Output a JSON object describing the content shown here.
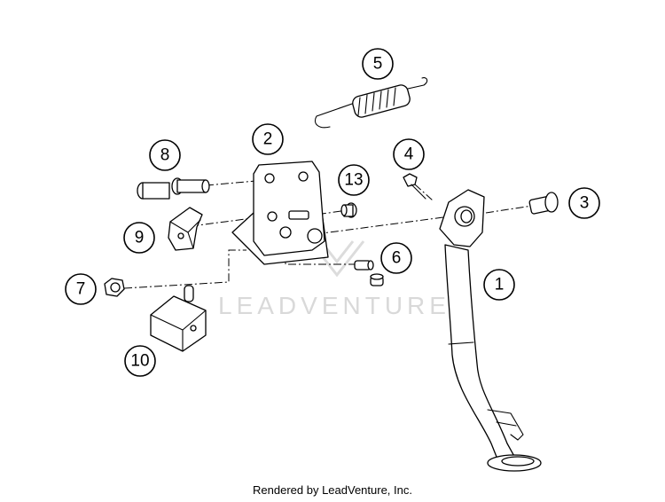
{
  "callouts": [
    {
      "label": "1"
    },
    {
      "label": "2"
    },
    {
      "label": "3"
    },
    {
      "label": "4"
    },
    {
      "label": "5"
    },
    {
      "label": "6"
    },
    {
      "label": "7"
    },
    {
      "label": "8"
    },
    {
      "label": "9"
    },
    {
      "label": "10"
    },
    {
      "label": "13"
    }
  ],
  "watermark": "LEADVENTURE",
  "footer": "Rendered by LeadVenture, Inc."
}
